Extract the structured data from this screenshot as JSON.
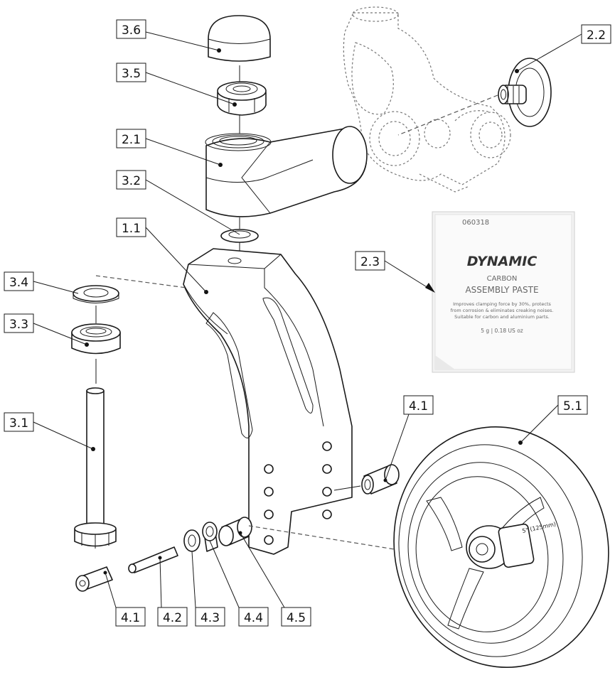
{
  "callouts": {
    "c36": "3.6",
    "c35": "3.5",
    "c21": "2.1",
    "c32": "3.2",
    "c11": "1.1",
    "c34": "3.4",
    "c33": "3.3",
    "c31": "3.1",
    "c22": "2.2",
    "c23": "2.3",
    "c41_top": "4.1",
    "c51": "5.1",
    "c41_bottom": "4.1",
    "c42": "4.2",
    "c43": "4.3",
    "c44": "4.4",
    "c45": "4.5"
  },
  "paste_packet": {
    "batch_code": "060318",
    "brand": "DYNAMIC",
    "line1": "CARBON",
    "line2": "ASSEMBLY PASTE",
    "desc1": "Improves clamping force by 30%, protects",
    "desc2": "from corrosion & eliminates creaking noises.",
    "desc3": "Suitable for carbon and aluminium parts.",
    "weight": "5 g | 0.18 US oz"
  },
  "wheel_label": "5\" (125mm)"
}
